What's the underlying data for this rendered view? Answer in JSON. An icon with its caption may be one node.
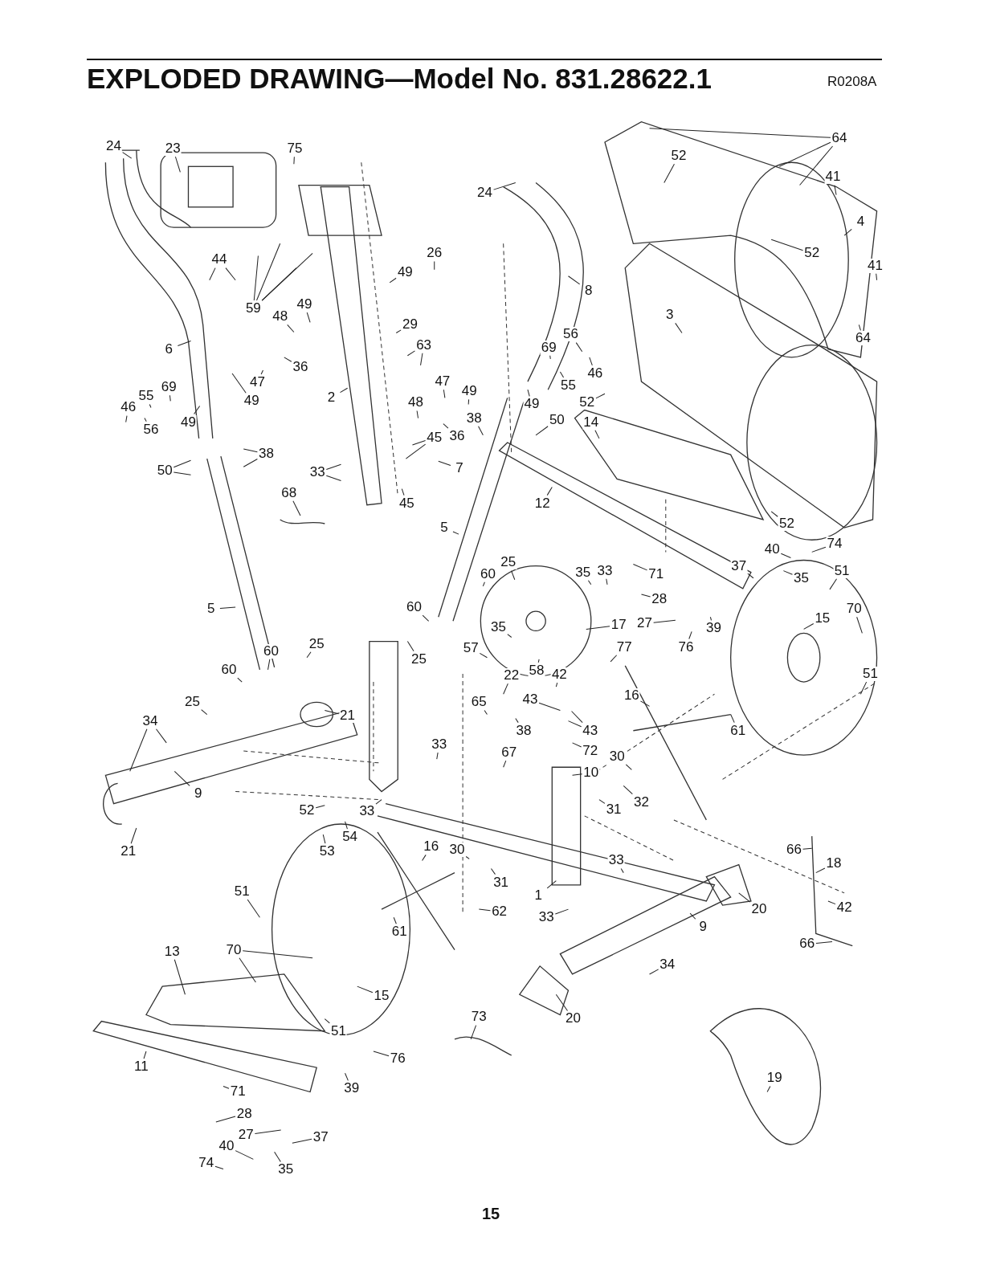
{
  "diagram": {
    "title": "EXPLODED DRAWING—Model No. 831.28622.1",
    "labels": [
      "R0208A",
      "15"
    ],
    "nodes": [
      {
        "text": [
          "24"
        ]
      },
      {
        "text": [
          "23"
        ]
      },
      {
        "text": [
          "75"
        ]
      },
      {
        "text": [
          "24"
        ]
      },
      {
        "text": [
          "26"
        ]
      },
      {
        "text": [
          "49"
        ]
      },
      {
        "text": [
          "44"
        ]
      },
      {
        "text": [
          "59"
        ]
      },
      {
        "text": [
          "48"
        ]
      },
      {
        "text": [
          "49"
        ]
      },
      {
        "text": [
          "29"
        ]
      },
      {
        "text": [
          "63"
        ]
      },
      {
        "text": [
          "6"
        ]
      },
      {
        "text": [
          "36"
        ]
      },
      {
        "text": [
          "47"
        ]
      },
      {
        "text": [
          "49"
        ]
      },
      {
        "text": [
          "2"
        ]
      },
      {
        "text": [
          "55"
        ]
      },
      {
        "text": [
          "69"
        ]
      },
      {
        "text": [
          "46"
        ]
      },
      {
        "text": [
          "49"
        ]
      },
      {
        "text": [
          "56"
        ]
      },
      {
        "text": [
          "8"
        ]
      },
      {
        "text": [
          "69"
        ]
      },
      {
        "text": [
          "56"
        ]
      },
      {
        "text": [
          "46"
        ]
      },
      {
        "text": [
          "55"
        ]
      },
      {
        "text": [
          "47"
        ]
      },
      {
        "text": [
          "49"
        ]
      },
      {
        "text": [
          "49"
        ]
      },
      {
        "text": [
          "48"
        ]
      },
      {
        "text": [
          "38"
        ]
      },
      {
        "text": [
          "36"
        ]
      },
      {
        "text": [
          "45"
        ]
      },
      {
        "text": [
          "50"
        ]
      },
      {
        "text": [
          "14"
        ]
      },
      {
        "text": [
          "52"
        ]
      },
      {
        "text": [
          "7"
        ]
      },
      {
        "text": [
          "45"
        ]
      },
      {
        "text": [
          "33"
        ]
      },
      {
        "text": [
          "38"
        ]
      },
      {
        "text": [
          "50"
        ]
      },
      {
        "text": [
          "68"
        ]
      },
      {
        "text": [
          "12"
        ]
      },
      {
        "text": [
          "5"
        ]
      },
      {
        "text": [
          "5"
        ]
      },
      {
        "text": [
          "60"
        ]
      },
      {
        "text": [
          "25"
        ]
      },
      {
        "text": [
          "60"
        ]
      },
      {
        "text": [
          "35"
        ]
      },
      {
        "text": [
          "33"
        ]
      },
      {
        "text": [
          "71"
        ]
      },
      {
        "text": [
          "28"
        ]
      },
      {
        "text": [
          "27"
        ]
      },
      {
        "text": [
          "17"
        ]
      },
      {
        "text": [
          "77"
        ]
      },
      {
        "text": [
          "35"
        ]
      },
      {
        "text": [
          "57"
        ]
      },
      {
        "text": [
          "25"
        ]
      },
      {
        "text": [
          "58"
        ]
      },
      {
        "text": [
          "42"
        ]
      },
      {
        "text": [
          "22"
        ]
      },
      {
        "text": [
          "76"
        ]
      },
      {
        "text": [
          "39"
        ]
      },
      {
        "text": [
          "37"
        ]
      },
      {
        "text": [
          "35"
        ]
      },
      {
        "text": [
          "40"
        ]
      },
      {
        "text": [
          "74"
        ]
      },
      {
        "text": [
          "51"
        ]
      },
      {
        "text": [
          "70"
        ]
      },
      {
        "text": [
          "15"
        ]
      },
      {
        "text": [
          "51"
        ]
      },
      {
        "text": [
          "16"
        ]
      },
      {
        "text": [
          "61"
        ]
      },
      {
        "text": [
          "30"
        ]
      },
      {
        "text": [
          "32"
        ]
      },
      {
        "text": [
          "31"
        ]
      },
      {
        "text": [
          "10"
        ]
      },
      {
        "text": [
          "72"
        ]
      },
      {
        "text": [
          "43"
        ]
      },
      {
        "text": [
          "43"
        ]
      },
      {
        "text": [
          "38"
        ]
      },
      {
        "text": [
          "65"
        ]
      },
      {
        "text": [
          "67"
        ]
      },
      {
        "text": [
          "33"
        ]
      },
      {
        "text": [
          "60"
        ]
      },
      {
        "text": [
          "25"
        ]
      },
      {
        "text": [
          "60"
        ]
      },
      {
        "text": [
          "25"
        ]
      },
      {
        "text": [
          "21"
        ]
      },
      {
        "text": [
          "34"
        ]
      },
      {
        "text": [
          "9"
        ]
      },
      {
        "text": [
          "21"
        ]
      },
      {
        "text": [
          "52"
        ]
      },
      {
        "text": [
          "33"
        ]
      },
      {
        "text": [
          "54"
        ]
      },
      {
        "text": [
          "53"
        ]
      },
      {
        "text": [
          "16"
        ]
      },
      {
        "text": [
          "30"
        ]
      },
      {
        "text": [
          "31"
        ]
      },
      {
        "text": [
          "62"
        ]
      },
      {
        "text": [
          "1"
        ]
      },
      {
        "text": [
          "33"
        ]
      },
      {
        "text": [
          "33"
        ]
      },
      {
        "text": [
          "61"
        ]
      },
      {
        "text": [
          "51"
        ]
      },
      {
        "text": [
          "13"
        ]
      },
      {
        "text": [
          "70"
        ]
      },
      {
        "text": [
          "15"
        ]
      },
      {
        "text": [
          "51"
        ]
      },
      {
        "text": [
          "73"
        ]
      },
      {
        "text": [
          "20"
        ]
      },
      {
        "text": [
          "9"
        ]
      },
      {
        "text": [
          "34"
        ]
      },
      {
        "text": [
          "20"
        ]
      },
      {
        "text": [
          "66"
        ]
      },
      {
        "text": [
          "18"
        ]
      },
      {
        "text": [
          "42"
        ]
      },
      {
        "text": [
          "66"
        ]
      },
      {
        "text": [
          "19"
        ]
      },
      {
        "text": [
          "11"
        ]
      },
      {
        "text": [
          "39"
        ]
      },
      {
        "text": [
          "76"
        ]
      },
      {
        "text": [
          "71"
        ]
      },
      {
        "text": [
          "28"
        ]
      },
      {
        "text": [
          "27"
        ]
      },
      {
        "text": [
          "37"
        ]
      },
      {
        "text": [
          "40"
        ]
      },
      {
        "text": [
          "74"
        ]
      },
      {
        "text": [
          "35"
        ]
      },
      {
        "text": [
          "64"
        ]
      },
      {
        "text": [
          "52"
        ]
      },
      {
        "text": [
          "41"
        ]
      },
      {
        "text": [
          "4"
        ]
      },
      {
        "text": [
          "52"
        ]
      },
      {
        "text": [
          "41"
        ]
      },
      {
        "text": [
          "64"
        ]
      },
      {
        "text": [
          "3"
        ]
      },
      {
        "text": [
          "52"
        ]
      }
    ],
    "edges": [
      {
        "from": 0,
        "to": null,
        "arrow": "none"
      },
      {
        "from": 1,
        "to": null,
        "arrow": "none"
      },
      {
        "from": 2,
        "to": null,
        "arrow": "none"
      },
      {
        "from": 3,
        "to": null,
        "arrow": "none"
      },
      {
        "from": 4,
        "to": null,
        "arrow": "none"
      },
      {
        "from": 5,
        "to": null,
        "arrow": "none"
      },
      {
        "from": 6,
        "to": null,
        "arrow": "none"
      },
      {
        "from": 6,
        "to": null,
        "arrow": "none"
      },
      {
        "from": 7,
        "to": null,
        "arrow": "none"
      },
      {
        "from": 7,
        "to": null,
        "arrow": "none"
      },
      {
        "from": 7,
        "to": null,
        "arrow": "none"
      },
      {
        "from": 7,
        "to": null,
        "arrow": "none"
      },
      {
        "from": 8,
        "to": null,
        "arrow": "none"
      },
      {
        "from": 9,
        "to": null,
        "arrow": "none"
      },
      {
        "from": 10,
        "to": null,
        "arrow": "none"
      },
      {
        "from": 11,
        "to": null,
        "arrow": "none"
      },
      {
        "from": 11,
        "to": null,
        "arrow": "none"
      },
      {
        "from": 12,
        "to": null,
        "arrow": "none"
      },
      {
        "from": 13,
        "to": null,
        "arrow": "none"
      },
      {
        "from": 14,
        "to": null,
        "arrow": "none"
      },
      {
        "from": 15,
        "to": null,
        "arrow": "none"
      },
      {
        "from": 16,
        "to": null,
        "arrow": "none"
      },
      {
        "from": 17,
        "to": null,
        "arrow": "none"
      },
      {
        "from": 18,
        "to": null,
        "arrow": "none"
      },
      {
        "from": 19,
        "to": null,
        "arrow": "none"
      },
      {
        "from": 20,
        "to": null,
        "arrow": "none"
      },
      {
        "from": 21,
        "to": null,
        "arrow": "none"
      },
      {
        "from": 22,
        "to": null,
        "arrow": "none"
      },
      {
        "from": 23,
        "to": null,
        "arrow": "none"
      },
      {
        "from": 24,
        "to": null,
        "arrow": "none"
      },
      {
        "from": 25,
        "to": null,
        "arrow": "none"
      },
      {
        "from": 26,
        "to": null,
        "arrow": "none"
      },
      {
        "from": 27,
        "to": null,
        "arrow": "none"
      },
      {
        "from": 28,
        "to": null,
        "arrow": "none"
      },
      {
        "from": 29,
        "to": null,
        "arrow": "none"
      },
      {
        "from": 30,
        "to": null,
        "arrow": "none"
      },
      {
        "from": 31,
        "to": null,
        "arrow": "none"
      },
      {
        "from": 32,
        "to": null,
        "arrow": "none"
      },
      {
        "from": 33,
        "to": null,
        "arrow": "none"
      },
      {
        "from": 33,
        "to": null,
        "arrow": "none"
      },
      {
        "from": 34,
        "to": null,
        "arrow": "none"
      },
      {
        "from": 35,
        "to": null,
        "arrow": "none"
      },
      {
        "from": 36,
        "to": null,
        "arrow": "none"
      },
      {
        "from": 37,
        "to": null,
        "arrow": "none"
      },
      {
        "from": 38,
        "to": null,
        "arrow": "none"
      },
      {
        "from": 39,
        "to": null,
        "arrow": "none"
      },
      {
        "from": 39,
        "to": null,
        "arrow": "none"
      },
      {
        "from": 40,
        "to": null,
        "arrow": "none"
      },
      {
        "from": 40,
        "to": null,
        "arrow": "none"
      },
      {
        "from": 41,
        "to": null,
        "arrow": "none"
      },
      {
        "from": 41,
        "to": null,
        "arrow": "none"
      },
      {
        "from": 42,
        "to": null,
        "arrow": "none"
      },
      {
        "from": 43,
        "to": null,
        "arrow": "none"
      },
      {
        "from": 44,
        "to": null,
        "arrow": "none"
      },
      {
        "from": 45,
        "to": null,
        "arrow": "none"
      },
      {
        "from": 46,
        "to": null,
        "arrow": "none"
      },
      {
        "from": 47,
        "to": null,
        "arrow": "none"
      },
      {
        "from": 48,
        "to": null,
        "arrow": "none"
      },
      {
        "from": 49,
        "to": null,
        "arrow": "none"
      },
      {
        "from": 50,
        "to": null,
        "arrow": "none"
      },
      {
        "from": 51,
        "to": null,
        "arrow": "none"
      },
      {
        "from": 52,
        "to": null,
        "arrow": "none"
      },
      {
        "from": 53,
        "to": null,
        "arrow": "none"
      },
      {
        "from": 54,
        "to": null,
        "arrow": "none"
      },
      {
        "from": 55,
        "to": null,
        "arrow": "none"
      },
      {
        "from": 56,
        "to": null,
        "arrow": "none"
      },
      {
        "from": 57,
        "to": null,
        "arrow": "none"
      },
      {
        "from": 58,
        "to": null,
        "arrow": "none"
      },
      {
        "from": 59,
        "to": null,
        "arrow": "none"
      },
      {
        "from": 60,
        "to": null,
        "arrow": "none"
      },
      {
        "from": 61,
        "to": null,
        "arrow": "none"
      },
      {
        "from": 62,
        "to": null,
        "arrow": "none"
      },
      {
        "from": 63,
        "to": null,
        "arrow": "none"
      },
      {
        "from": 64,
        "to": null,
        "arrow": "none"
      },
      {
        "from": 65,
        "to": null,
        "arrow": "none"
      },
      {
        "from": 66,
        "to": null,
        "arrow": "none"
      },
      {
        "from": 67,
        "to": null,
        "arrow": "none"
      },
      {
        "from": 68,
        "to": null,
        "arrow": "none"
      },
      {
        "from": 69,
        "to": null,
        "arrow": "none"
      },
      {
        "from": 70,
        "to": null,
        "arrow": "none"
      },
      {
        "from": 71,
        "to": null,
        "arrow": "none"
      },
      {
        "from": 72,
        "to": null,
        "arrow": "none"
      },
      {
        "from": 73,
        "to": null,
        "arrow": "none"
      },
      {
        "from": 74,
        "to": null,
        "arrow": "none"
      },
      {
        "from": 75,
        "to": null,
        "arrow": "none"
      },
      {
        "from": 76,
        "to": null,
        "arrow": "none"
      },
      {
        "from": 77,
        "to": null,
        "arrow": "none"
      },
      {
        "from": 78,
        "to": null,
        "arrow": "none"
      },
      {
        "from": 79,
        "to": null,
        "arrow": "none"
      },
      {
        "from": 79,
        "to": null,
        "arrow": "none"
      },
      {
        "from": 80,
        "to": null,
        "arrow": "none"
      },
      {
        "from": 81,
        "to": null,
        "arrow": "none"
      },
      {
        "from": 82,
        "to": null,
        "arrow": "none"
      },
      {
        "from": 83,
        "to": null,
        "arrow": "none"
      },
      {
        "from": 84,
        "to": null,
        "arrow": "none"
      },
      {
        "from": 85,
        "to": null,
        "arrow": "none"
      },
      {
        "from": 86,
        "to": null,
        "arrow": "none"
      },
      {
        "from": 87,
        "to": null,
        "arrow": "none"
      },
      {
        "from": 88,
        "to": null,
        "arrow": "none"
      },
      {
        "from": 89,
        "to": null,
        "arrow": "none"
      },
      {
        "from": 90,
        "to": null,
        "arrow": "none"
      },
      {
        "from": 90,
        "to": null,
        "arrow": "none"
      },
      {
        "from": 91,
        "to": null,
        "arrow": "none"
      },
      {
        "from": 92,
        "to": null,
        "arrow": "none"
      },
      {
        "from": 93,
        "to": null,
        "arrow": "none"
      },
      {
        "from": 94,
        "to": null,
        "arrow": "none"
      },
      {
        "from": 95,
        "to": null,
        "arrow": "none"
      },
      {
        "from": 96,
        "to": null,
        "arrow": "none"
      },
      {
        "from": 97,
        "to": null,
        "arrow": "none"
      },
      {
        "from": 98,
        "to": null,
        "arrow": "none"
      },
      {
        "from": 99,
        "to": null,
        "arrow": "none"
      },
      {
        "from": 100,
        "to": null,
        "arrow": "none"
      },
      {
        "from": 101,
        "to": null,
        "arrow": "none"
      },
      {
        "from": 102,
        "to": null,
        "arrow": "none"
      },
      {
        "from": 103,
        "to": null,
        "arrow": "none"
      },
      {
        "from": 104,
        "to": null,
        "arrow": "none"
      },
      {
        "from": 105,
        "to": null,
        "arrow": "none"
      },
      {
        "from": 106,
        "to": null,
        "arrow": "none"
      },
      {
        "from": 107,
        "to": null,
        "arrow": "none"
      },
      {
        "from": 107,
        "to": null,
        "arrow": "none"
      },
      {
        "from": 108,
        "to": null,
        "arrow": "none"
      },
      {
        "from": 109,
        "to": null,
        "arrow": "none"
      },
      {
        "from": 110,
        "to": null,
        "arrow": "none"
      },
      {
        "from": 111,
        "to": null,
        "arrow": "none"
      },
      {
        "from": 112,
        "to": null,
        "arrow": "none"
      },
      {
        "from": 113,
        "to": null,
        "arrow": "none"
      },
      {
        "from": 114,
        "to": null,
        "arrow": "none"
      },
      {
        "from": 115,
        "to": null,
        "arrow": "none"
      },
      {
        "from": 116,
        "to": null,
        "arrow": "none"
      },
      {
        "from": 117,
        "to": null,
        "arrow": "none"
      },
      {
        "from": 118,
        "to": null,
        "arrow": "none"
      },
      {
        "from": 119,
        "to": null,
        "arrow": "none"
      },
      {
        "from": 120,
        "to": null,
        "arrow": "none"
      },
      {
        "from": 121,
        "to": null,
        "arrow": "none"
      },
      {
        "from": 122,
        "to": null,
        "arrow": "none"
      },
      {
        "from": 123,
        "to": null,
        "arrow": "none"
      },
      {
        "from": 124,
        "to": null,
        "arrow": "none"
      },
      {
        "from": 125,
        "to": null,
        "arrow": "none"
      },
      {
        "from": 126,
        "to": null,
        "arrow": "none"
      },
      {
        "from": 127,
        "to": null,
        "arrow": "none"
      },
      {
        "from": 128,
        "to": null,
        "arrow": "none"
      },
      {
        "from": 129,
        "to": null,
        "arrow": "none"
      },
      {
        "from": 130,
        "to": null,
        "arrow": "none"
      },
      {
        "from": 130,
        "to": null,
        "arrow": "none"
      },
      {
        "from": 130,
        "to": null,
        "arrow": "none"
      },
      {
        "from": 131,
        "to": null,
        "arrow": "none"
      },
      {
        "from": 132,
        "to": null,
        "arrow": "none"
      },
      {
        "from": 133,
        "to": null,
        "arrow": "none"
      },
      {
        "from": 134,
        "to": null,
        "arrow": "none"
      },
      {
        "from": 135,
        "to": null,
        "arrow": "none"
      },
      {
        "from": 136,
        "to": null,
        "arrow": "none"
      },
      {
        "from": 137,
        "to": null,
        "arrow": "none"
      },
      {
        "from": 138,
        "to": null,
        "arrow": "none"
      }
    ]
  }
}
